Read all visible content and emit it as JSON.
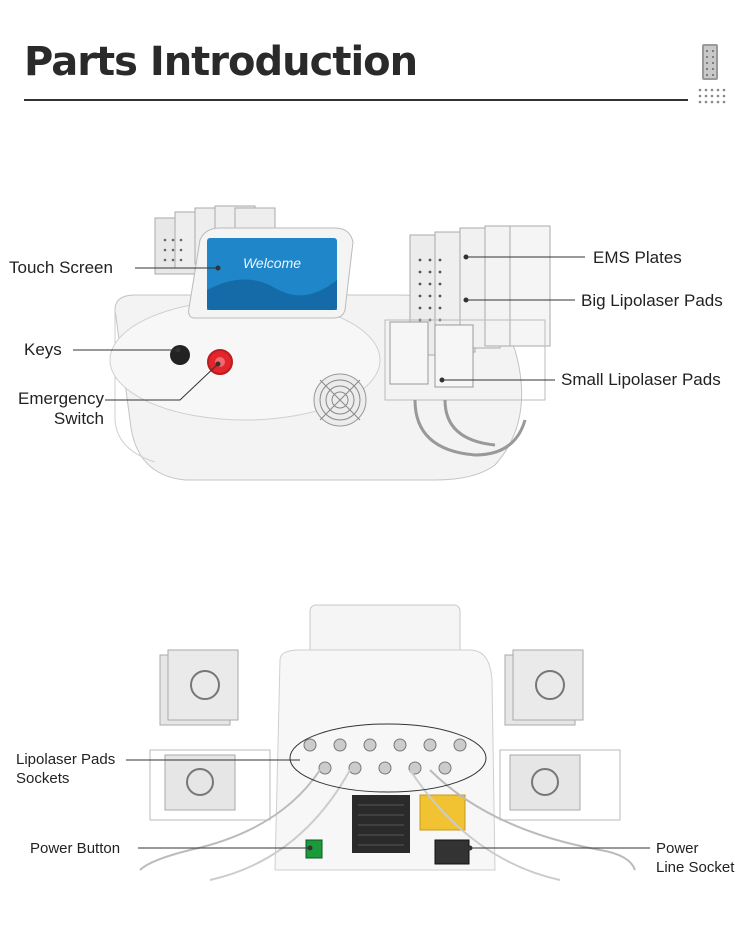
{
  "header": {
    "title": "Parts Introduction"
  },
  "brand": {
    "icon": "lipolaser-pad-icon"
  },
  "diagram_front": {
    "screen_text": "Welcome",
    "labels": {
      "touch_screen": "Touch Screen",
      "keys": "Keys",
      "emergency_line1": "Emergency",
      "emergency_line2": "Switch",
      "ems_plates": "EMS Plates",
      "big_pads": "Big Lipolaser Pads",
      "small_pads": "Small Lipolaser Pads"
    }
  },
  "diagram_back": {
    "labels": {
      "sockets_line1": "Lipolaser Pads",
      "sockets_line2": "Sockets",
      "power_button": "Power Button",
      "power_line1": "Power",
      "power_line2": "Line Socket"
    }
  },
  "colors": {
    "accent": "#2a2a2a",
    "screen": "#1e86c9",
    "emergency": "#e2262b"
  }
}
